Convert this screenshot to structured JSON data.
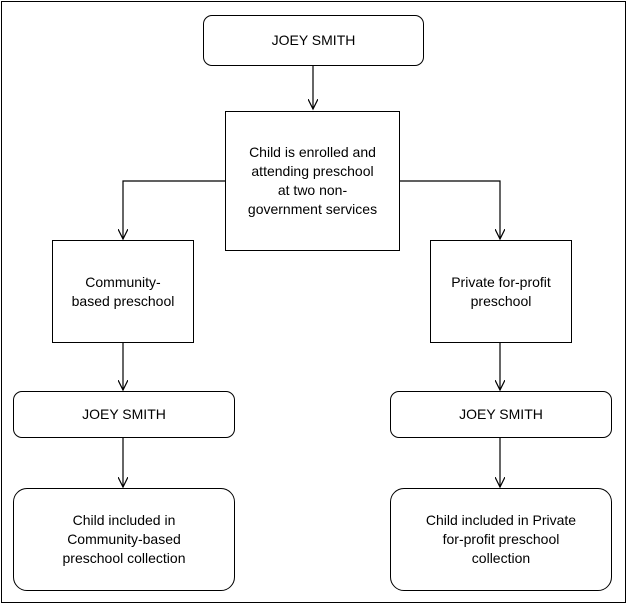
{
  "diagram": {
    "top_name": "JOEY SMITH",
    "center": "Child is enrolled and\nattending preschool\nat two non-\ngovernment services",
    "left": {
      "service": "Community-\nbased preschool",
      "name": "JOEY SMITH",
      "result": "Child included in\nCommunity-based\npreschool collection"
    },
    "right": {
      "service": "Private for-profit\npreschool",
      "name": "JOEY SMITH",
      "result": "Child included in Private\nfor-profit preschool\ncollection"
    }
  }
}
